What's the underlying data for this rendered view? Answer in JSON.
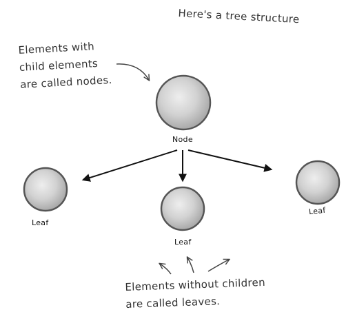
{
  "title": "Here's a tree structure",
  "notes": {
    "top_line1": "Elements with",
    "top_line2": "child elements",
    "top_line3": "are called nodes.",
    "bottom_line1": "Elements without children",
    "bottom_line2": "are called leaves."
  },
  "labels": {
    "node": "Node",
    "leaf_left": "Leaf",
    "leaf_center": "Leaf",
    "leaf_right": "Leaf"
  }
}
